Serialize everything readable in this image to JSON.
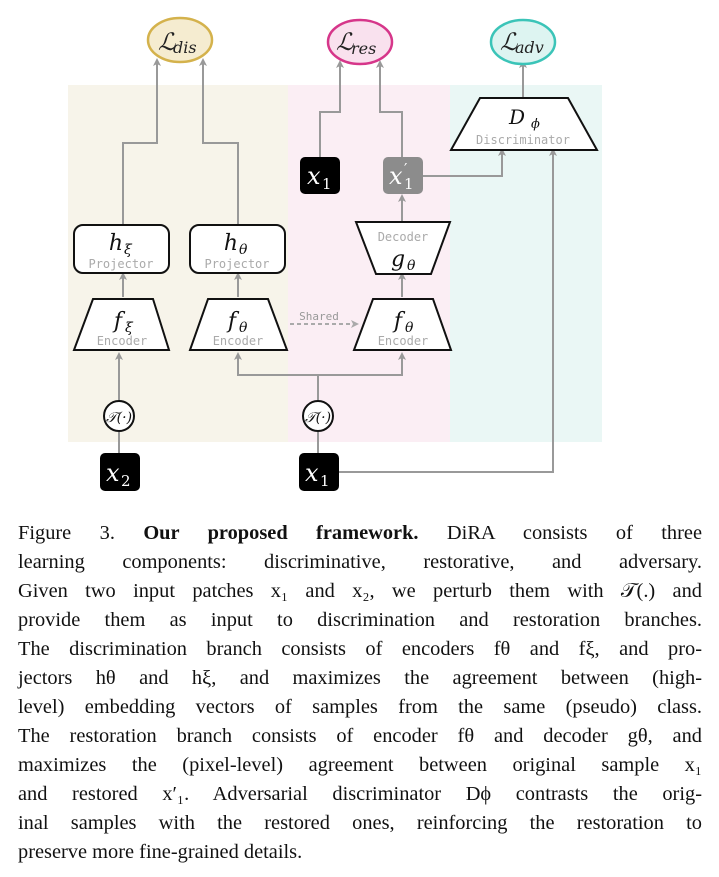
{
  "figure": {
    "losses": {
      "dis": {
        "symbol": "ℒ",
        "sub": "dis",
        "color": "#d4b24c",
        "fill": "#f5ecd0"
      },
      "res": {
        "symbol": "ℒ",
        "sub": "res",
        "color": "#d6368a",
        "fill": "#f9e1ee"
      },
      "adv": {
        "symbol": "ℒ",
        "sub": "adv",
        "color": "#3bc4b8",
        "fill": "#ddf4f1"
      }
    },
    "regions": {
      "dis_color": "#f7f4ea",
      "res_color": "#fbeef4",
      "adv_color": "#eaf7f5"
    },
    "blocks": {
      "projector_xi": {
        "symbol": "h",
        "sub": "ξ",
        "label": "Projector"
      },
      "projector_theta": {
        "symbol": "h",
        "sub": "θ",
        "label": "Projector"
      },
      "encoder_xi": {
        "symbol": "f",
        "sub": "ξ",
        "label": "Encoder"
      },
      "encoder_theta_left": {
        "symbol": "f",
        "sub": "θ",
        "label": "Encoder"
      },
      "encoder_theta_right": {
        "symbol": "f",
        "sub": "θ",
        "label": "Encoder"
      },
      "decoder": {
        "symbol": "g",
        "sub": "θ",
        "label": "Decoder"
      },
      "discriminator": {
        "symbol": "D",
        "sub": "ϕ",
        "label": "Discriminator"
      },
      "shared_label": "Shared",
      "transform_symbol": "𝒯(·)"
    },
    "inputs": {
      "x1_top": {
        "symbol": "x",
        "sub": "1"
      },
      "x1_restored": {
        "symbol": "x",
        "sub": "1",
        "prime": "′"
      },
      "x2": {
        "symbol": "x",
        "sub": "2"
      },
      "x1_bottom": {
        "symbol": "x",
        "sub": "1"
      }
    }
  },
  "caption": {
    "lines": [
      [
        "Figure 3. ",
        "**Our proposed framework.**",
        " DiRA consists of three"
      ],
      [
        "learning components: discriminative, restorative, and adversary."
      ],
      [
        "Given two input patches x₁ and x₂, we perturb them with 𝒯(.) and"
      ],
      [
        "provide them as input to discrimination and restoration branches."
      ],
      [
        "The discrimination branch consists of encoders fθ and fξ, and pro-"
      ],
      [
        "jectors hθ and hξ, and maximizes the agreement between (high-"
      ],
      [
        "level) embedding vectors of samples from the same (pseudo) class."
      ],
      [
        "The restoration branch consists of encoder fθ and decoder gθ, and"
      ],
      [
        "maximizes the (pixel-level) agreement between original sample x₁"
      ],
      [
        "and restored x′₁. Adversarial discriminator Dϕ contrasts the orig-"
      ],
      [
        "inal samples with the restored ones, reinforcing the restoration to"
      ],
      [
        "preserve more fine-grained details."
      ]
    ]
  }
}
